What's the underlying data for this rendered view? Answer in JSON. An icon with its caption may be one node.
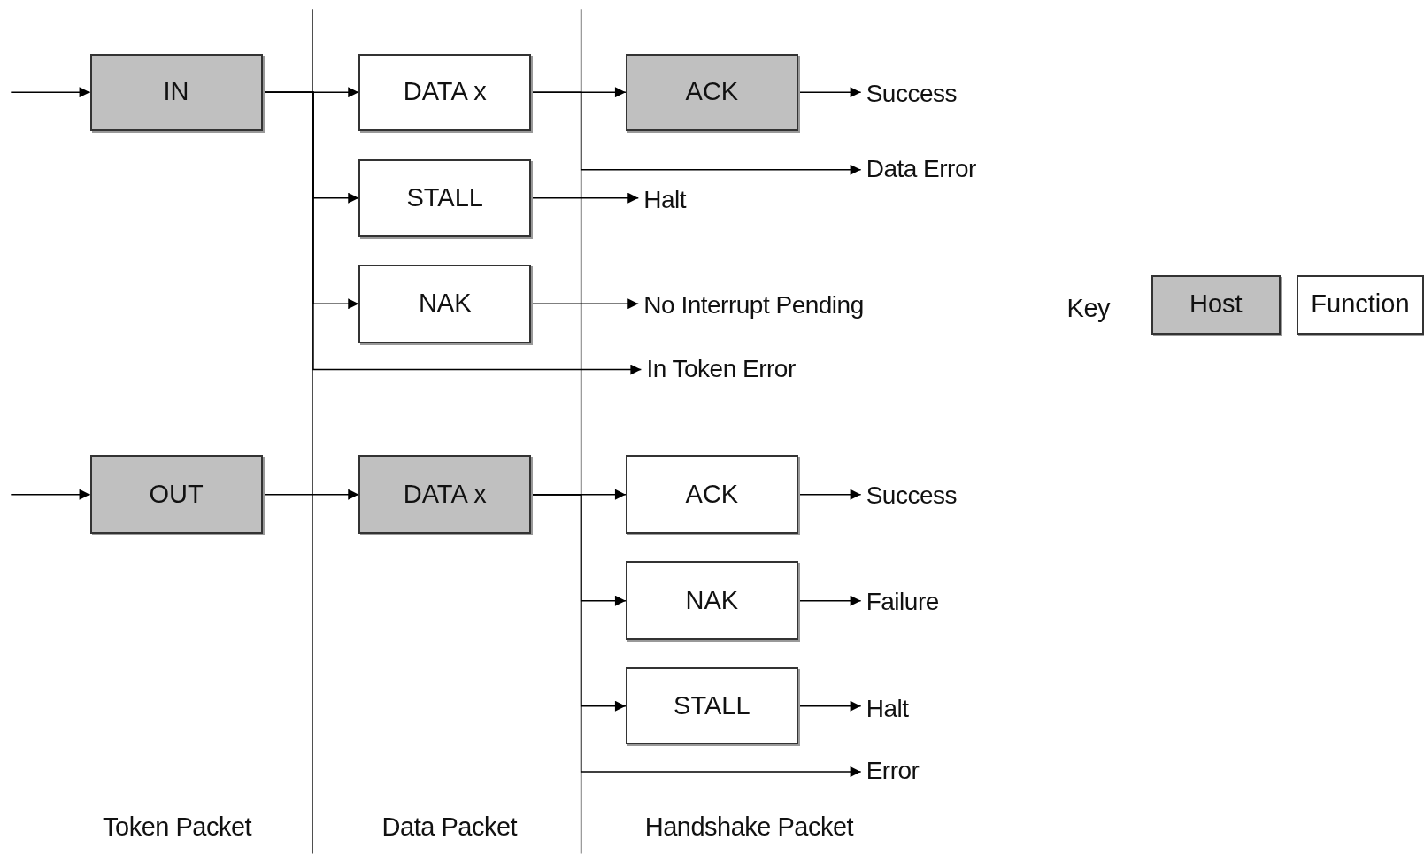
{
  "diagram": {
    "nodes": [
      {
        "text": [
          "IN"
        ]
      },
      {
        "text": [
          "DATA x"
        ]
      },
      {
        "text": [
          "ACK"
        ]
      },
      {
        "text": [
          "Success"
        ]
      },
      {
        "text": [
          "Data Error"
        ]
      },
      {
        "text": [
          "STALL"
        ]
      },
      {
        "text": [
          "Halt"
        ]
      },
      {
        "text": [
          "NAK"
        ]
      },
      {
        "text": [
          "No Interrupt Pending"
        ]
      },
      {
        "text": [
          "In Token Error"
        ]
      },
      {
        "text": [
          "OUT"
        ]
      },
      {
        "text": [
          "DATA x"
        ]
      },
      {
        "text": [
          "ACK"
        ]
      },
      {
        "text": [
          "Success"
        ]
      },
      {
        "text": [
          "NAK"
        ]
      },
      {
        "text": [
          "Failure"
        ]
      },
      {
        "text": [
          "STALL"
        ]
      },
      {
        "text": [
          "Halt"
        ]
      },
      {
        "text": [
          "Error"
        ]
      }
    ],
    "edges": [
      {
        "from": null,
        "to": 0,
        "arrow": "to"
      },
      {
        "from": 0,
        "to": 1,
        "arrow": "to"
      },
      {
        "from": 0,
        "to": 5,
        "arrow": "to"
      },
      {
        "from": 0,
        "to": 7,
        "arrow": "to"
      },
      {
        "from": 0,
        "to": 9,
        "arrow": "to"
      },
      {
        "from": 1,
        "to": 2,
        "arrow": "to"
      },
      {
        "from": 1,
        "to": 4,
        "arrow": "to"
      },
      {
        "from": 2,
        "to": 3,
        "arrow": "to"
      },
      {
        "from": 5,
        "to": 6,
        "arrow": "to"
      },
      {
        "from": 7,
        "to": 8,
        "arrow": "to"
      },
      {
        "from": null,
        "to": 10,
        "arrow": "to"
      },
      {
        "from": 10,
        "to": 11,
        "arrow": "to"
      },
      {
        "from": 11,
        "to": 12,
        "arrow": "to"
      },
      {
        "from": 11,
        "to": 14,
        "arrow": "to"
      },
      {
        "from": 11,
        "to": 16,
        "arrow": "to"
      },
      {
        "from": 11,
        "to": 18,
        "arrow": "to"
      },
      {
        "from": 12,
        "to": 13,
        "arrow": "to"
      },
      {
        "from": 14,
        "to": 15,
        "arrow": "to"
      },
      {
        "from": 16,
        "to": 17,
        "arrow": "to"
      }
    ],
    "labels": [
      "Key",
      "Token Packet",
      "Data Packet",
      "Handshake Packet"
    ],
    "legend": [
      {
        "text": "Host",
        "color": "#c0c0c0"
      },
      {
        "text": "Function",
        "color": "#ffffff"
      }
    ]
  }
}
